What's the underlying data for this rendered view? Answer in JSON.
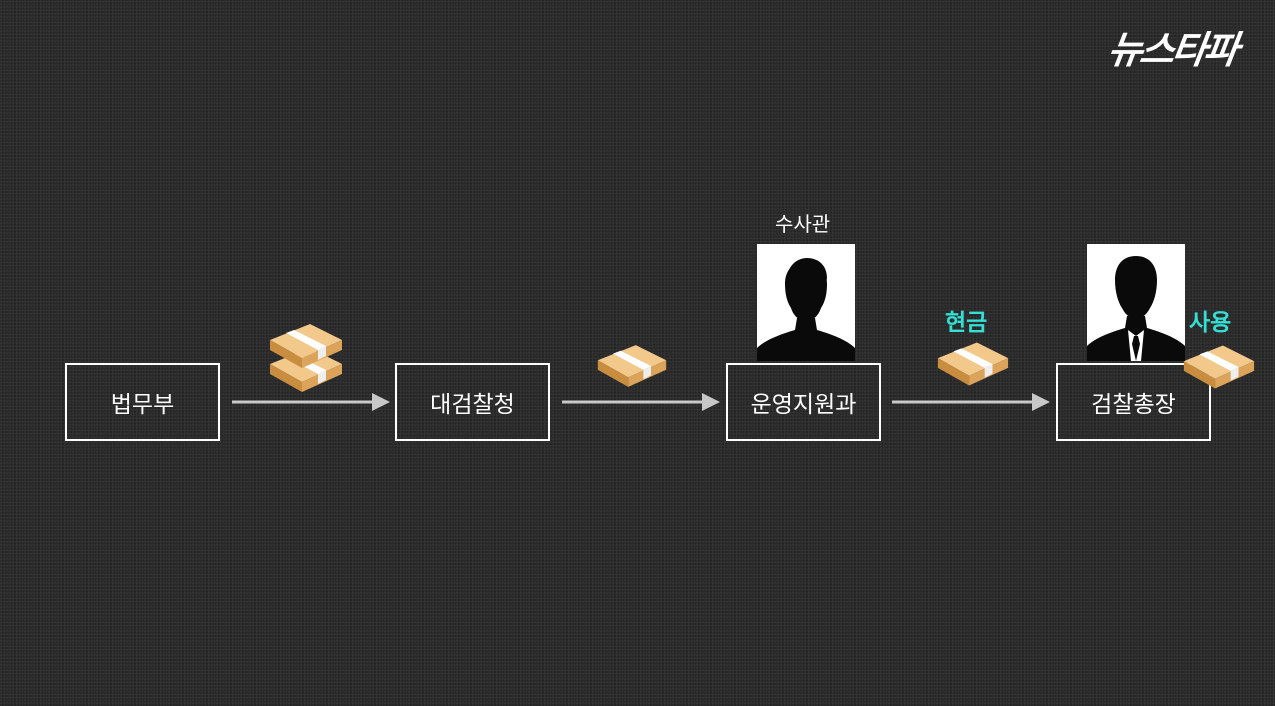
{
  "brand": {
    "logo_text": "뉴스타파"
  },
  "diagram": {
    "nodes": [
      {
        "id": "ministry",
        "label": "법무부"
      },
      {
        "id": "supreme_prosecutors",
        "label": "대검찰청"
      },
      {
        "id": "operations_support",
        "label": "운영지원과"
      },
      {
        "id": "prosecutor_general",
        "label": "검찰총장"
      }
    ],
    "annotations": {
      "investigator": "수사관",
      "cash": "현금",
      "use": "사용"
    }
  },
  "colors": {
    "background": "#2a2a2a",
    "box_border": "#ffffff",
    "arrow": "#c8c8c8",
    "highlight": "#34e0d6",
    "money": "#e8b56a"
  },
  "icons": [
    "money-stack-icon",
    "person-silhouette-icon",
    "suit-person-icon",
    "arrow-right-icon"
  ]
}
